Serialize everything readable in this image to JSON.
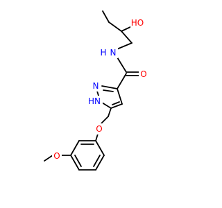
{
  "structure": {
    "atoms": {
      "hydroxyl_O": {
        "text": "HO",
        "color": "#ff0000"
      },
      "amide_N": {
        "text": "N",
        "color": "#0000ff"
      },
      "amide_H": {
        "text": "H",
        "color": "#0000ff"
      },
      "carbonyl_O": {
        "text": "O",
        "color": "#ff0000"
      },
      "pyrazole_N2": {
        "text": "N",
        "color": "#0000ff"
      },
      "pyrazole_N1": {
        "text": "HN",
        "color": "#0000ff"
      },
      "ether_O": {
        "text": "O",
        "color": "#ff0000"
      },
      "methoxy_O": {
        "text": "O",
        "color": "#ff0000"
      }
    }
  },
  "colors": {
    "bond": "#000000",
    "oxygen": "#ff0000",
    "nitrogen": "#0000ff"
  }
}
